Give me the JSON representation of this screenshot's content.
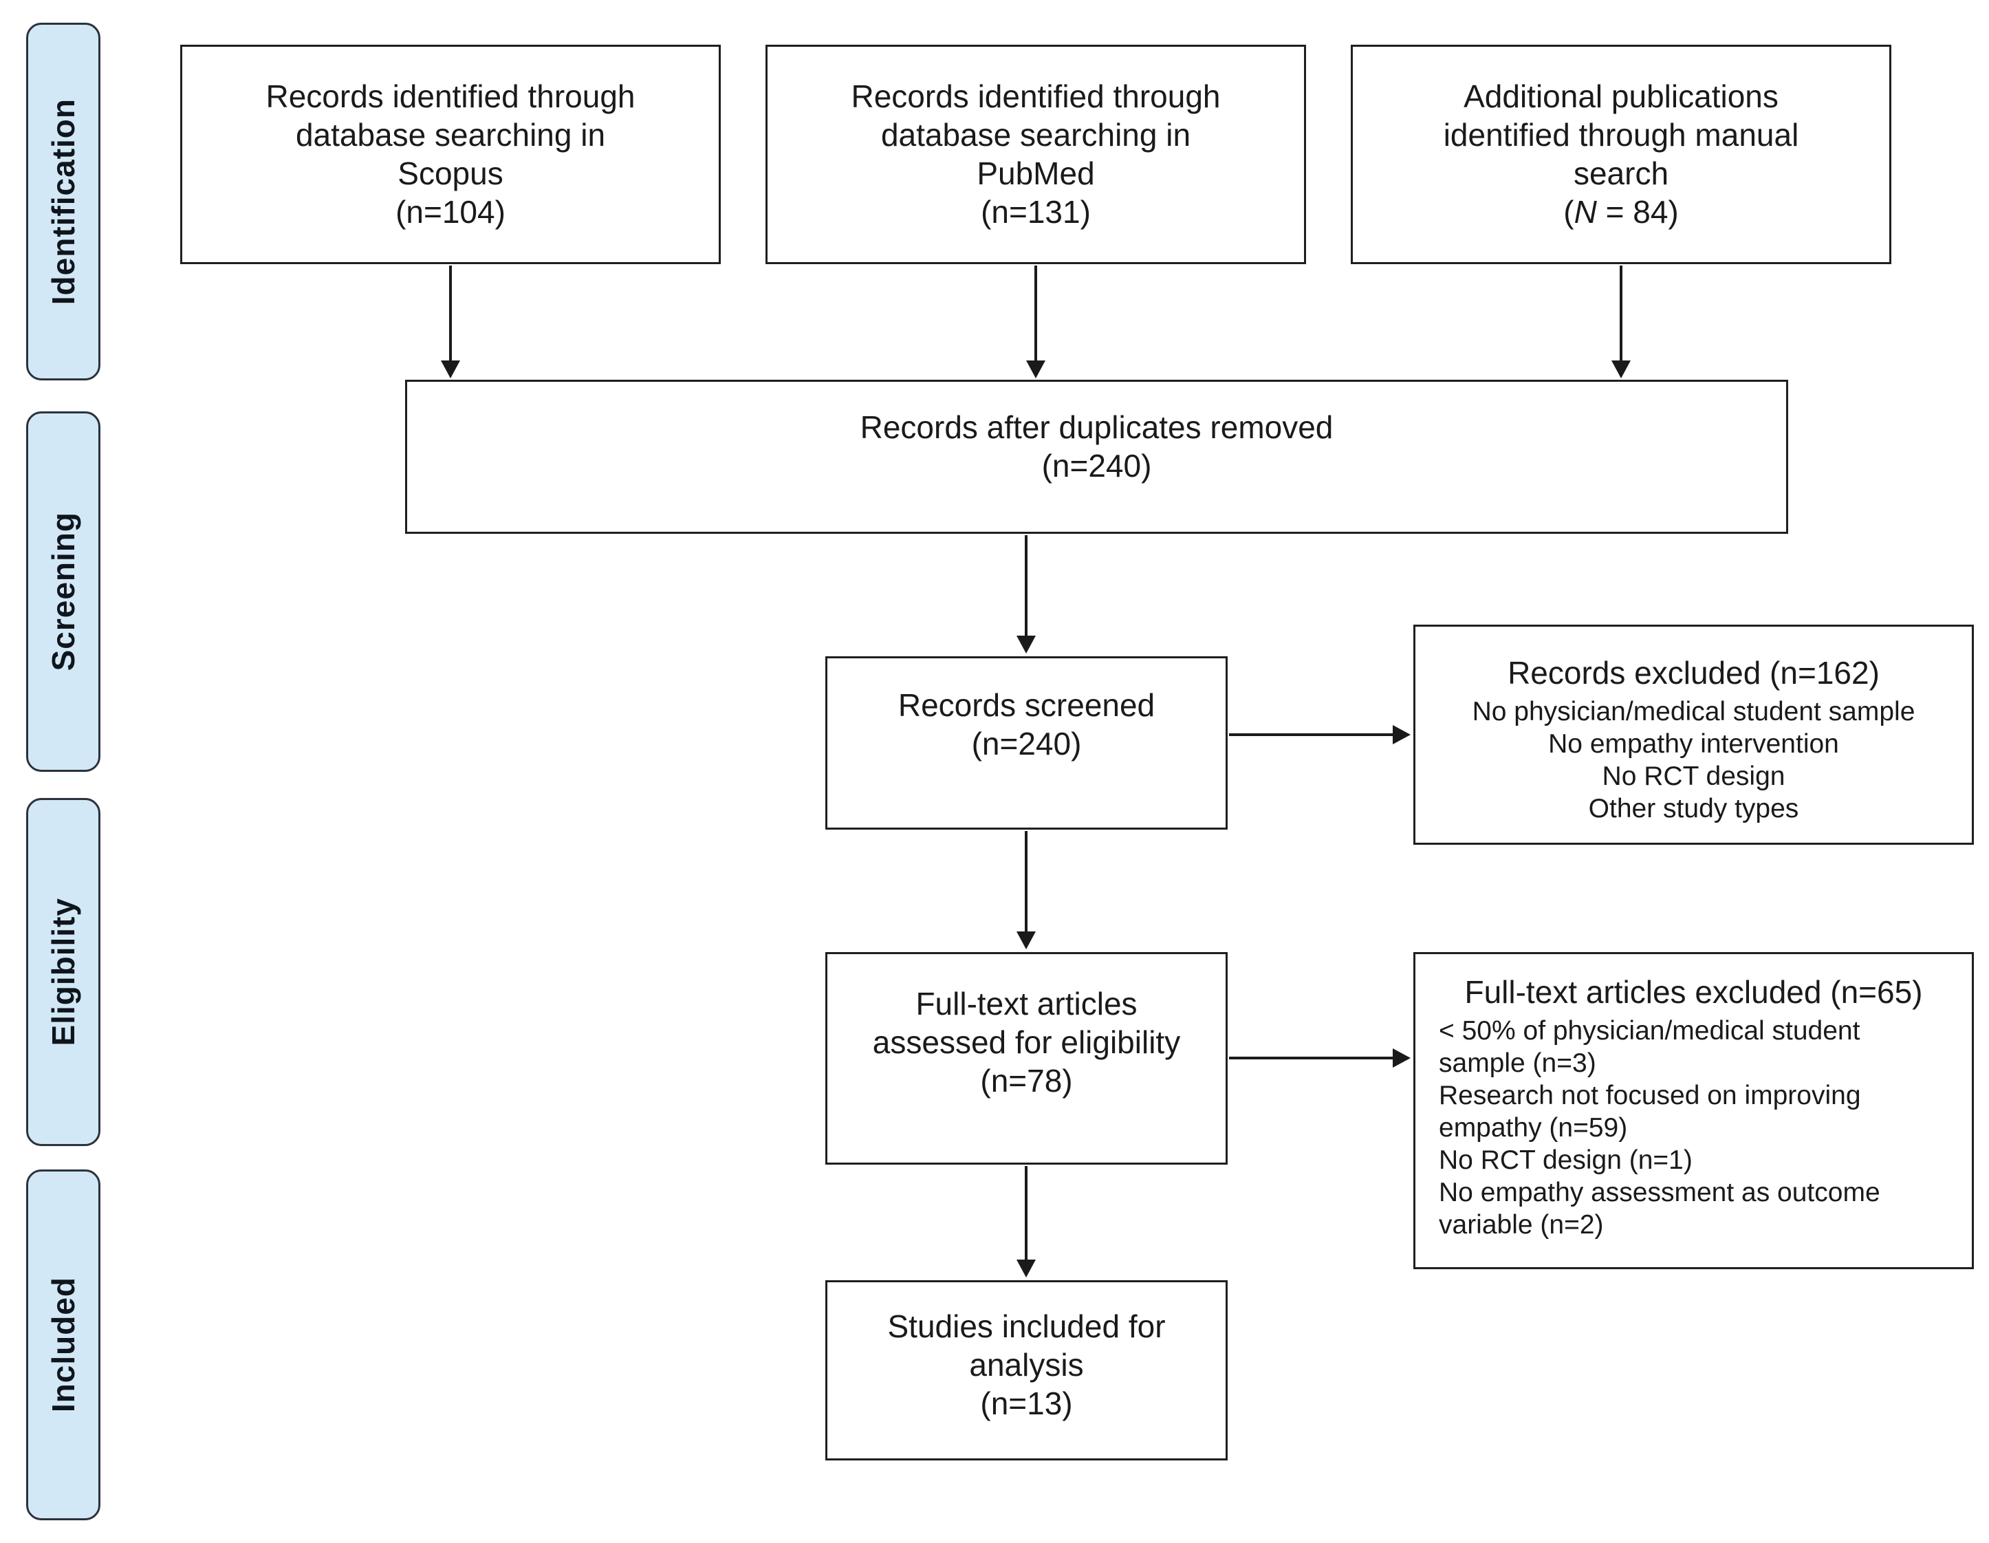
{
  "palette": {
    "stage_fill": "#d2e8f6",
    "stage_border": "#2b323b",
    "box_border": "#1f1f1f",
    "text": "#1a1a1a",
    "arrow": "#1a1a1a"
  },
  "stages": [
    "Identification",
    "Screening",
    "Eligibility",
    "Included"
  ],
  "flow": {
    "scopus": {
      "text": "Records identified through\ndatabase searching in\nScopus",
      "count": "(n=104)"
    },
    "pubmed": {
      "text": "Records identified through\ndatabase searching in\nPubMed",
      "count": "(n=131)"
    },
    "manual": {
      "text": "Additional publications\nidentified through manual\nsearch",
      "count_open": "(",
      "count_var": "N",
      "count_rest": " = 84)"
    },
    "duplicates": {
      "text": "Records after duplicates removed",
      "count": "(n=240)"
    },
    "screened": {
      "text": "Records screened",
      "count": "(n=240)"
    },
    "records_excluded": {
      "title": "Records excluded (n=162)",
      "reasons": [
        "No physician/medical student sample",
        "No empathy intervention",
        "No RCT design",
        "Other study types"
      ]
    },
    "fulltext": {
      "text": "Full-text articles\nassessed for eligibility",
      "count": "(n=78)"
    },
    "fulltext_excluded": {
      "title": "Full-text articles excluded (n=65)",
      "reasons": [
        "< 50% of physician/medical student sample (n=3)",
        "Research not focused on improving empathy (n=59)",
        "No RCT design (n=1)",
        "No empathy assessment as outcome variable (n=2)"
      ]
    },
    "included": {
      "text": "Studies included for\nanalysis",
      "count": "(n=13)"
    }
  }
}
